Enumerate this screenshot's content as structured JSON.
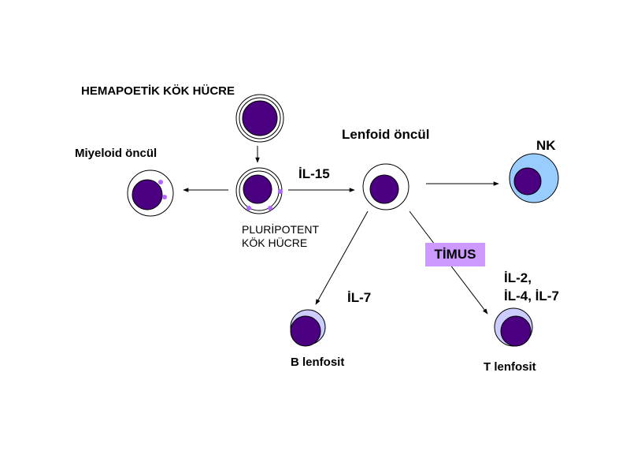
{
  "labels": {
    "hematopoietic": "HEMAPOETİK KÖK HÜCRE",
    "myeloid": "Miyeloid öncül",
    "lymphoid": "Lenfoid öncül",
    "nk": "NK",
    "il15": "İL-15",
    "pluripotent_line1": "PLURİPOTENT",
    "pluripotent_line2": "KÖK HÜCRE",
    "thymus": "TİMUS",
    "il7": "İL-7",
    "il2_line1": "İL-2,",
    "il2_line2": "İL-4, İL-7",
    "b_cell": "B lenfosit",
    "t_cell": "T lenfosit"
  },
  "colors": {
    "nucleus": "#4b0082",
    "granule": "#b266ff",
    "nk_cytoplasm": "#99ccff",
    "lymph_cytoplasm": "#ccccff",
    "thymus_box": "#cc99ff"
  }
}
